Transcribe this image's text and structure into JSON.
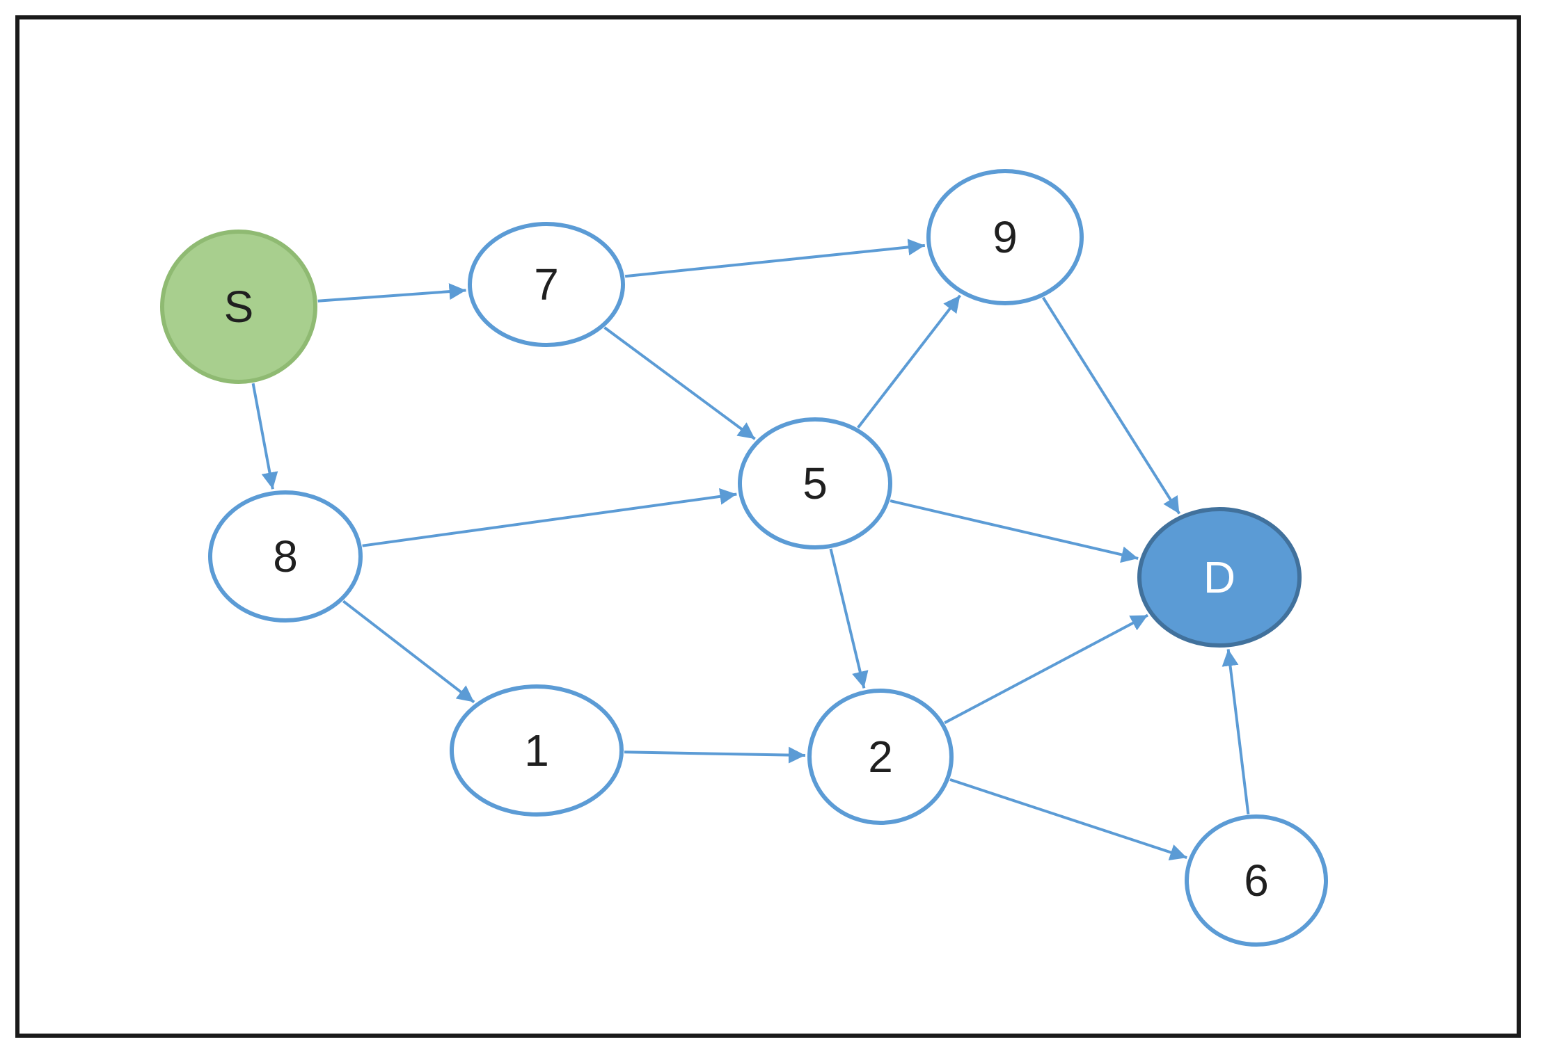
{
  "graph": {
    "nodes": [
      {
        "id": "S",
        "label": "S",
        "role": "source",
        "fill": "#a8cf8e",
        "stroke": "#8fba72",
        "text_color": "#1f1f1f"
      },
      {
        "id": "7",
        "label": "7",
        "role": "intermediate",
        "fill": "#ffffff",
        "stroke": "#5b9bd5",
        "text_color": "#1f1f1f"
      },
      {
        "id": "9",
        "label": "9",
        "role": "intermediate",
        "fill": "#ffffff",
        "stroke": "#5b9bd5",
        "text_color": "#1f1f1f"
      },
      {
        "id": "8",
        "label": "8",
        "role": "intermediate",
        "fill": "#ffffff",
        "stroke": "#5b9bd5",
        "text_color": "#1f1f1f"
      },
      {
        "id": "5",
        "label": "5",
        "role": "intermediate",
        "fill": "#ffffff",
        "stroke": "#5b9bd5",
        "text_color": "#1f1f1f"
      },
      {
        "id": "D",
        "label": "D",
        "role": "destination",
        "fill": "#5b9bd5",
        "stroke": "#41719c",
        "text_color": "#ffffff"
      },
      {
        "id": "1",
        "label": "1",
        "role": "intermediate",
        "fill": "#ffffff",
        "stroke": "#5b9bd5",
        "text_color": "#1f1f1f"
      },
      {
        "id": "2",
        "label": "2",
        "role": "intermediate",
        "fill": "#ffffff",
        "stroke": "#5b9bd5",
        "text_color": "#1f1f1f"
      },
      {
        "id": "6",
        "label": "6",
        "role": "intermediate",
        "fill": "#ffffff",
        "stroke": "#5b9bd5",
        "text_color": "#1f1f1f"
      }
    ],
    "edges": [
      {
        "from": "S",
        "to": "7"
      },
      {
        "from": "S",
        "to": "8"
      },
      {
        "from": "7",
        "to": "9"
      },
      {
        "from": "7",
        "to": "5"
      },
      {
        "from": "8",
        "to": "5"
      },
      {
        "from": "8",
        "to": "1"
      },
      {
        "from": "5",
        "to": "9"
      },
      {
        "from": "5",
        "to": "D"
      },
      {
        "from": "5",
        "to": "2"
      },
      {
        "from": "9",
        "to": "D"
      },
      {
        "from": "1",
        "to": "2"
      },
      {
        "from": "2",
        "to": "D"
      },
      {
        "from": "2",
        "to": "6"
      },
      {
        "from": "6",
        "to": "D"
      }
    ],
    "edge_color": "#5b9bd5"
  }
}
